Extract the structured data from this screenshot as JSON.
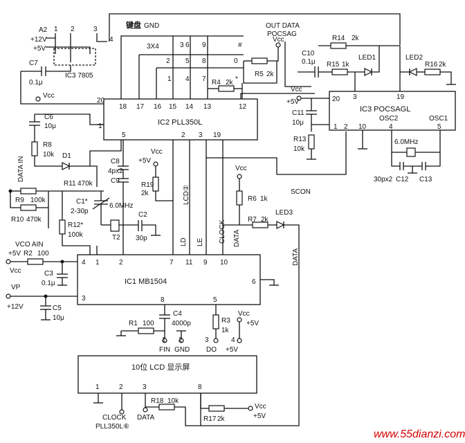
{
  "labels": {
    "keyboard": "键盘",
    "gnd_top": "GND",
    "kb_3x4": "3X4",
    "out_data": "OUT DATA",
    "pocsag": "POCSAG",
    "a2": "A2",
    "v12a": "+12V",
    "v5a": "+5V",
    "ic3_7805": "IC3 7805",
    "c7": "C7",
    "c7v": "0.1μ",
    "vcc": "Vcc",
    "c6": "C6",
    "c6v": "10μ",
    "r8": "R8",
    "r8v": "10k",
    "d1": "D1",
    "data_in": "DATA IN",
    "r11": "R11",
    "r11v": "470k",
    "r9": "R9",
    "r9v": "100k",
    "r10": "R10",
    "r10v": "470k",
    "c1": "C1*",
    "c1v": "2-30p",
    "r12": "R12*",
    "r12v": "100k",
    "c8": "C8",
    "c8v": "4px2",
    "c9": "C9",
    "r19": "R19",
    "r19v": "2k",
    "v5b": "+5V",
    "xtal1": "6.0MHz",
    "t2": "T2",
    "c2": "C2",
    "c2v": "30p",
    "lcd2": "LCD②",
    "ld": "LD",
    "le": "LE",
    "clock": "CLOCK",
    "data": "DATA",
    "r5": "R5",
    "r5v": "2k",
    "r4": "R4",
    "r4v": "2k",
    "star": "*",
    "hash": "#",
    "c10": "C10",
    "c10v": "0.1μ",
    "r14": "R14",
    "r14v": "2k",
    "led1": "LED1",
    "led2": "LED2",
    "r15": "R15",
    "r15v": "1k",
    "r16": "R16",
    "r16v": "2k",
    "v5c": "+5V",
    "c11": "C11",
    "c11v": "10μ",
    "r13": "R13",
    "r13v": "10k",
    "ic3_pocsag": "IC3 POCSAGL",
    "osc2": "OSC2",
    "osc1": "OSC1",
    "xtal2": "6.0MHz",
    "c12c13": "30px2",
    "c12": "C12",
    "c13": "C13",
    "scon": "SCON",
    "r6": "R6",
    "r6v": "1k",
    "r7": "R7",
    "r7v": "2k",
    "led3": "LED3",
    "vco_ain": "VCO AIN",
    "r2": "R2",
    "r2v": "100",
    "v5d": "+5V",
    "c3": "C3",
    "c3v": "0.1μ",
    "vp": "VP",
    "v12b": "+12V",
    "c5": "C5",
    "c5v": "10μ",
    "ic1": "IC1  MB1504",
    "c4": "C4",
    "c4v": "4000p",
    "r1": "R1",
    "r1v": "100",
    "r3": "R3",
    "r3v": "1k",
    "v5e": "+5V",
    "fin": "FIN",
    "gnd": "GND",
    "do": "DO",
    "v5f": "+5V",
    "lcd_title": "10位 LCD 显示屏",
    "r18": "R18",
    "r18v": "10k",
    "r17": "R17",
    "r17v": "2k",
    "v5g": "+5V",
    "clock_b": "CLOCK",
    "pll6": "PLL350L⑥",
    "data_b": "DATA",
    "ic2": "IC2  PLL350L",
    "watermark": "www.55dianzi.com"
  },
  "ic2_pins": {
    "p18": "18",
    "p17": "17",
    "p16": "16",
    "p15": "15",
    "p14": "14",
    "p13": "13",
    "p12": "12",
    "p20": "20",
    "p1": "1",
    "p5": "5",
    "p2": "2",
    "p3": "3",
    "p19": "19"
  },
  "ic1_pins": {
    "p4": "4",
    "p1": "1",
    "p2": "2",
    "p7": "7",
    "p11": "11",
    "p9": "9",
    "p10": "10",
    "p6": "6",
    "p3": "3",
    "p8": "8",
    "p5": "5"
  },
  "ic3_pins": {
    "p20": "20",
    "p3": "3",
    "p19": "19",
    "p1": "1",
    "p2": "2",
    "p10": "10",
    "p4": "4",
    "p5": "5"
  },
  "lcd_pins": {
    "p1": "1",
    "p2": "2",
    "p3": "3",
    "p8": "8"
  },
  "kb_nums": {
    "k3": "3",
    "k6": "6",
    "k9": "9",
    "k2": "2",
    "k5": "5",
    "k8": "8",
    "k0": "0",
    "k1": "1",
    "k4": "4",
    "k7": "7"
  },
  "a2_pins": {
    "p1": "1",
    "p2": "2",
    "p3": "3",
    "p4": "4"
  },
  "bot_pins": {
    "p1": "1",
    "p2": "2",
    "p3": "3",
    "p4": "4"
  },
  "colors": {
    "ink": "#111111",
    "watermark": "#d40000"
  }
}
